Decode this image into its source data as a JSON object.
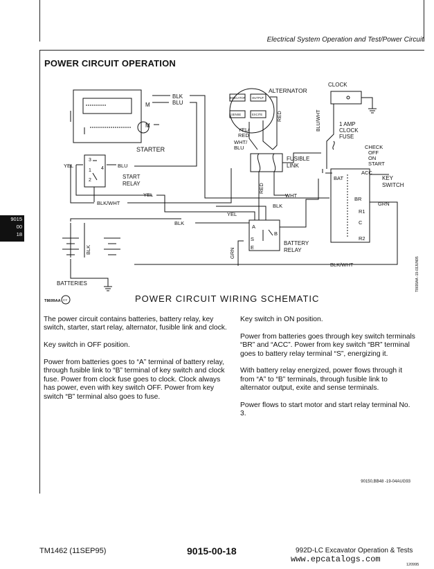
{
  "header": {
    "running_head": "Electrical System Operation and Test/Power Circuit"
  },
  "thumb_tab": [
    "9015",
    "00",
    "18"
  ],
  "section": {
    "title": "POWER CIRCUIT OPERATION"
  },
  "schematic": {
    "title": "POWER CIRCUIT WIRING SCHEMATIC",
    "image_id": "T8699AA",
    "side_code": "T8699AA  -19-03JUN95",
    "labels": {
      "blk": "BLK",
      "blu": "BLU",
      "m": "M",
      "starter": "STARTER",
      "yel": "YEL",
      "relay_3": "3",
      "relay_1": "1",
      "relay_2": "2",
      "relay_4": "4",
      "start": "START",
      "relay": "RELAY",
      "blk_wht": "BLK/WHT",
      "alternator": "ALTERNATOR",
      "indicator": "INDICATOR",
      "output": "OUTPUT",
      "sense": "SENSE",
      "excite": "EXCITE",
      "red": "RED",
      "yel_red": "YEL/",
      "red2": "RED",
      "wht_blu": "WHT/",
      "blu2": "BLU",
      "fusible": "FUSIBLE",
      "link": "LINK",
      "wht": "WHT",
      "clock": "CLOCK",
      "blu_wht": "BLU/WHT",
      "amp1": "1 AMP",
      "clock2": "CLOCK",
      "fuse": "FUSE",
      "check": "CHECK",
      "off": "OFF",
      "on": "ON",
      "start2": "START",
      "key": "KEY",
      "switch": "SWITCH",
      "acc": "ACC",
      "bat": "BAT",
      "br": "BR",
      "r1": "R1",
      "c": "C",
      "r2": "R2",
      "grn": "GRN",
      "grn2": "GRN",
      "battery": "BATTERY",
      "relay2": "RELAY",
      "a": "A",
      "b": "B",
      "s": "S",
      "e": "E",
      "batteries": "BATTERIES",
      "cy": "CY"
    }
  },
  "body": {
    "left": [
      "The power circuit contains batteries, battery relay, key switch, starter, start relay, alternator, fusible link and clock.",
      "Key switch in OFF position.",
      "Power from batteries goes to “A” terminal of battery relay, through fusible link to “B” terminal of key switch and clock fuse. Power from clock fuse goes to clock. Clock always has power, even with key switch OFF. Power from key switch “B” terminal also goes to fuse."
    ],
    "right": [
      "Key switch in ON position.",
      "Power from batteries goes through key switch terminals “BR” and “ACC”. Power from key switch “BR” terminal goes to battery relay terminal “S”, energizing it.",
      "With battery relay energized, power flows through it from “A” to “B” terminals, through fusible link to alternator output, exite and sense terminals.",
      "Power flows to start motor and start relay terminal No. 3."
    ],
    "figure_ref": "90150,BB48   -19-04AUG93"
  },
  "footer": {
    "doc_id": "TM1462 (11SEP95)",
    "page": "9015-00-18",
    "book_title": "992D-LC Excavator Operation & Tests",
    "url": "www.epcatalogs.com",
    "code": "120995"
  }
}
